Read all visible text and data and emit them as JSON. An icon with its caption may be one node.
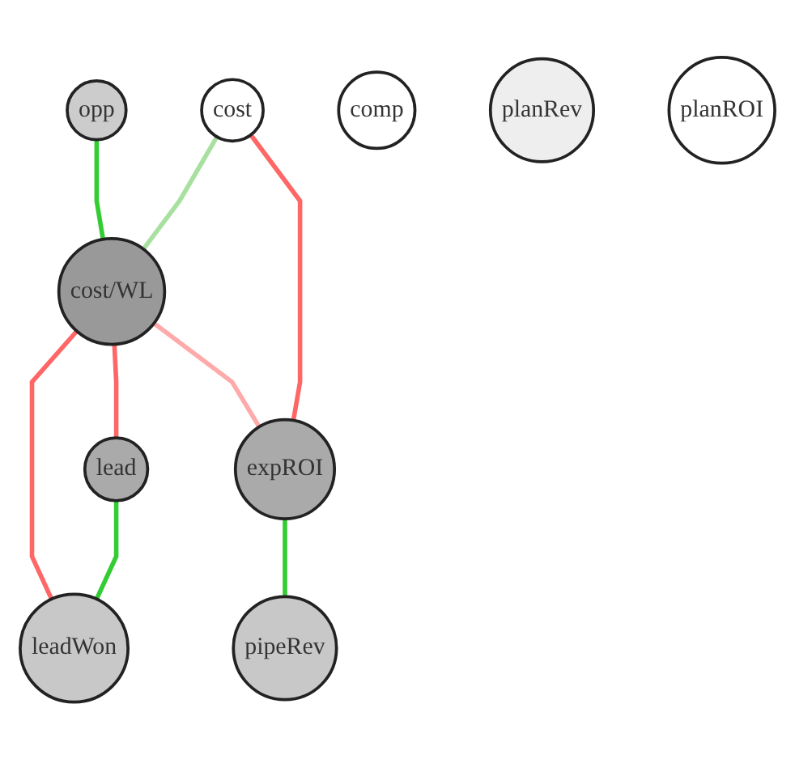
{
  "diagram": {
    "nodes": [
      {
        "text": [
          "opp"
        ]
      },
      {
        "text": [
          "cost"
        ]
      },
      {
        "text": [
          "cost/WL"
        ]
      },
      {
        "text": [
          "leadWon"
        ]
      },
      {
        "text": [
          "lead"
        ]
      },
      {
        "text": [
          "expROI"
        ]
      },
      {
        "text": [
          "pipeRev"
        ]
      },
      {
        "text": [
          "comp"
        ]
      },
      {
        "text": [
          "planRev"
        ]
      },
      {
        "text": [
          "planROI"
        ]
      }
    ],
    "edges": [
      {
        "from": 0,
        "to": 2,
        "arrow": "none",
        "color": "#33cc33"
      },
      {
        "from": 1,
        "to": 2,
        "arrow": "none",
        "color": "#a8e0a0"
      },
      {
        "from": 2,
        "to": 3,
        "arrow": "none",
        "color": "#ff6666"
      },
      {
        "from": 2,
        "to": 4,
        "arrow": "none",
        "color": "#ff6666"
      },
      {
        "from": 4,
        "to": 3,
        "arrow": "none",
        "color": "#33cc33"
      },
      {
        "from": 1,
        "to": 5,
        "arrow": "none",
        "color": "#ff6666"
      },
      {
        "from": 2,
        "to": 5,
        "arrow": "none",
        "color": "#ffaaaa"
      },
      {
        "from": 5,
        "to": 6,
        "arrow": "none",
        "color": "#33cc33"
      }
    ]
  }
}
